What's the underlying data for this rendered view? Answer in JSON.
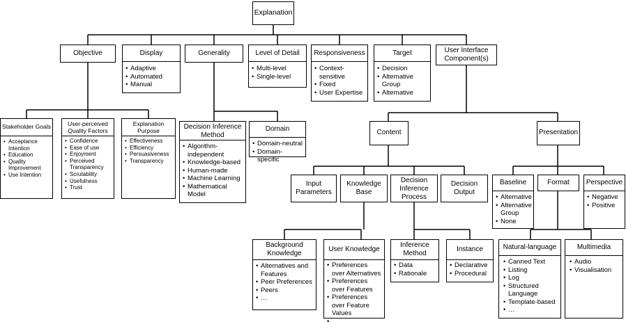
{
  "root": "Explanation",
  "dimensions": [
    {
      "id": "objective",
      "title": "Objective",
      "items": []
    },
    {
      "id": "display",
      "title": "Display",
      "items": [
        "Adaptive",
        "Automated",
        "Manual"
      ]
    },
    {
      "id": "generality",
      "title": "Generality",
      "items": []
    },
    {
      "id": "level",
      "title": "Level of Detail",
      "items": [
        "Multi-level",
        "Single-level"
      ]
    },
    {
      "id": "responsiveness",
      "title": "Responsiveness",
      "items": [
        "Context-sensitive",
        "Fixed",
        "User Expertise"
      ]
    },
    {
      "id": "target",
      "title": "Target",
      "items": [
        "Decision",
        "Alternative Group",
        "Alternative"
      ]
    },
    {
      "id": "ui",
      "title": "User Interface Component(s)",
      "items": []
    }
  ],
  "objective_children": [
    {
      "title": "Stakeholder Goals",
      "items": [
        "Acceptance Intention",
        "Education",
        "Quality Improvement",
        "Use Intention"
      ]
    },
    {
      "title": "User-perceived Quality Factors",
      "items": [
        "Confidence",
        "Ease of use",
        "Enjoyment",
        "Perceived Transparency",
        "Scrutability",
        "Usefulness",
        "Trust"
      ]
    },
    {
      "title": "Explanation Purpose",
      "items": [
        "Effectiveness",
        "Efficiency",
        "Persuasiveness",
        "Transparency"
      ]
    }
  ],
  "generality_children": [
    {
      "title": "Decision Inference Method",
      "items": [
        "Algorithm-independent",
        "Knowledge-based",
        "Human-made",
        "Machine Learning",
        "Mathematical Model"
      ]
    },
    {
      "title": "Domain",
      "items": [
        "Domain-neutral",
        "Domain-specific"
      ]
    }
  ],
  "ui_children": {
    "content": "Content",
    "presentation": "Presentation"
  },
  "content_children": [
    {
      "title": "Input Parameters"
    },
    {
      "title": "Knowledge Base"
    },
    {
      "title": "Decision Inference Process"
    },
    {
      "title": "Decision Output"
    }
  ],
  "kb_children": [
    {
      "title": "Background Knowledge",
      "items": [
        "Alternatives and Features",
        "Peer Preferences",
        "Peers",
        "…"
      ]
    },
    {
      "title": "User Knowledge",
      "items": [
        "Preferences over Alternatives",
        "Preferences over Features",
        "Preferences over Feature Values",
        "…"
      ]
    }
  ],
  "dip_children": [
    {
      "title": "Inference Method",
      "items": [
        "Data",
        "Rationale"
      ]
    },
    {
      "title": "Instance",
      "items": [
        "Declarative",
        "Procedural"
      ]
    }
  ],
  "presentation_children": [
    {
      "title": "Baseline",
      "items": [
        "Alternative",
        "Alternative Group",
        "None"
      ]
    },
    {
      "title": "Format",
      "items": []
    },
    {
      "title": "Perspective",
      "items": [
        "Negative",
        "Positive"
      ]
    }
  ],
  "format_children": [
    {
      "title": "Natural-language",
      "items": [
        "Canned Text",
        "Listing",
        "Log",
        "Structured Language",
        "Template-based",
        "…"
      ]
    },
    {
      "title": "Multimedia",
      "items": [
        "Audio",
        "Visualisation"
      ]
    }
  ]
}
